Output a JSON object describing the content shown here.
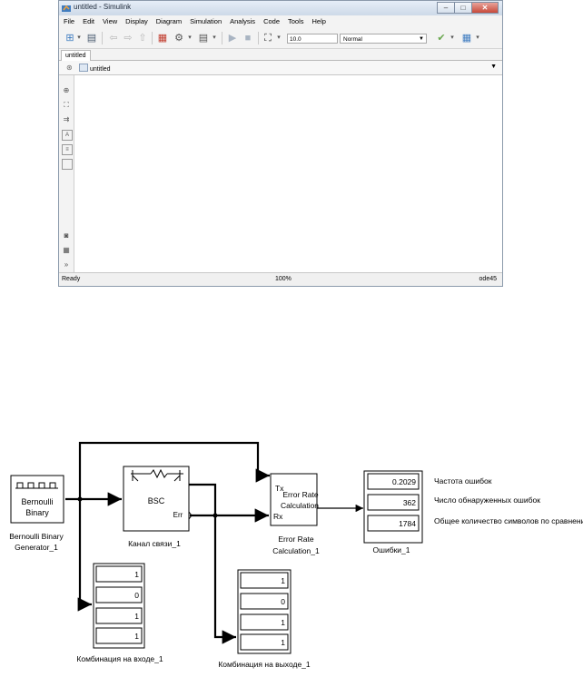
{
  "window": {
    "title": "untitled - Simulink",
    "buttons": {
      "minimize": "–",
      "maximize": "□",
      "close": "✕"
    }
  },
  "menu": [
    "File",
    "Edit",
    "View",
    "Display",
    "Diagram",
    "Simulation",
    "Analysis",
    "Code",
    "Tools",
    "Help"
  ],
  "toolbar": {
    "stop_time": "10.0",
    "sim_mode": "Normal"
  },
  "tab": {
    "label": "untitled"
  },
  "address": {
    "model": "untitled"
  },
  "status": {
    "left": "Ready",
    "zoom": "100%",
    "solver": "ode45"
  },
  "diagram": {
    "bernoulli": {
      "line1": "Bernoulli",
      "line2": "Binary",
      "caption1": "Bernoulli Binary",
      "caption2": "Generator_1"
    },
    "bsc": {
      "label": "BSC",
      "port_err": "Err",
      "caption": "Канал связи_1"
    },
    "error_rate": {
      "port_tx": "Tx",
      "port_rx": "Rx",
      "line1": "Error Rate",
      "line2": "Calculation",
      "caption1": "Error Rate",
      "caption2": "Calculation_1"
    },
    "errors_display": {
      "values": [
        "0.2029",
        "362",
        "1784"
      ],
      "caption": "Ошибки_1"
    },
    "input_display": {
      "values": [
        "1",
        "0",
        "1",
        "1"
      ],
      "caption": "Комбинация на входе_1"
    },
    "output_display": {
      "values": [
        "1",
        "0",
        "1",
        "1"
      ],
      "caption": "Комбинация на выходе_1"
    },
    "annotations": [
      "Частота ошибок",
      "Число обнаруженных ошибок",
      "Общее количество символов по сравнению"
    ]
  }
}
